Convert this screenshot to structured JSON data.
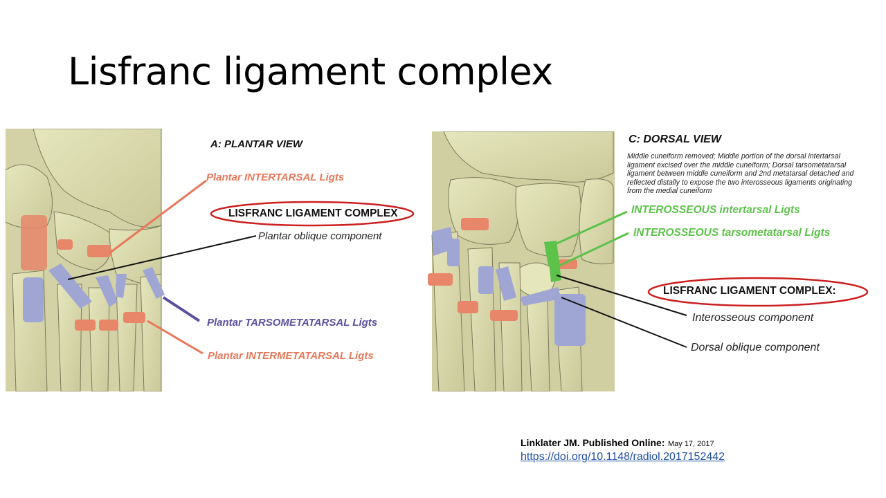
{
  "title": "Lisfranc ligament complex",
  "left_figure": {
    "view_title": "A: PLANTAR VIEW",
    "labels": {
      "intertarsal": "Plantar INTERTARSAL Ligts",
      "complex": "LISFRANC LIGAMENT COMPLEX",
      "oblique": "Plantar oblique component",
      "tarsometatarsal": "Plantar TARSOMETATARSAL Ligts",
      "intermetatarsal": "Plantar INTERMETATARSAL Ligts"
    }
  },
  "right_figure": {
    "view_title": "C: DORSAL VIEW",
    "note": "Middle cuneiform removed; Middle portion of the dorsal intertarsal ligament excised over the middle cuneiform; Dorsal tarsometatarsal ligament between middle cuneiform and 2nd metatarsal detached and reflected distally to expose the two interosseous ligaments originating from the medial cuneiform",
    "labels": {
      "interosseous_intertarsal": "INTEROSSEOUS intertarsal Ligts",
      "interosseous_tarsometatarsal": "INTEROSSEOUS tarsometatarsal Ligts",
      "complex": "LISFRANC LIGAMENT COMPLEX:",
      "interosseous_component": "Interosseous component",
      "dorsal_oblique": "Dorsal oblique component"
    }
  },
  "citation": {
    "author": "Linklater JM. Published Online:",
    "date": "May 17, 2017",
    "doi": "https://doi.org/10.1148/radiol.2017152442"
  },
  "colors": {
    "bone": "#dcdcae",
    "ligament_orange": "#e8785a",
    "ligament_purple": "#5b4f9e",
    "ligament_blue": "#9fa6d4",
    "ligament_green": "#5cc24a",
    "highlight_red": "#cc1f1f",
    "link": "#1f4fa8"
  }
}
